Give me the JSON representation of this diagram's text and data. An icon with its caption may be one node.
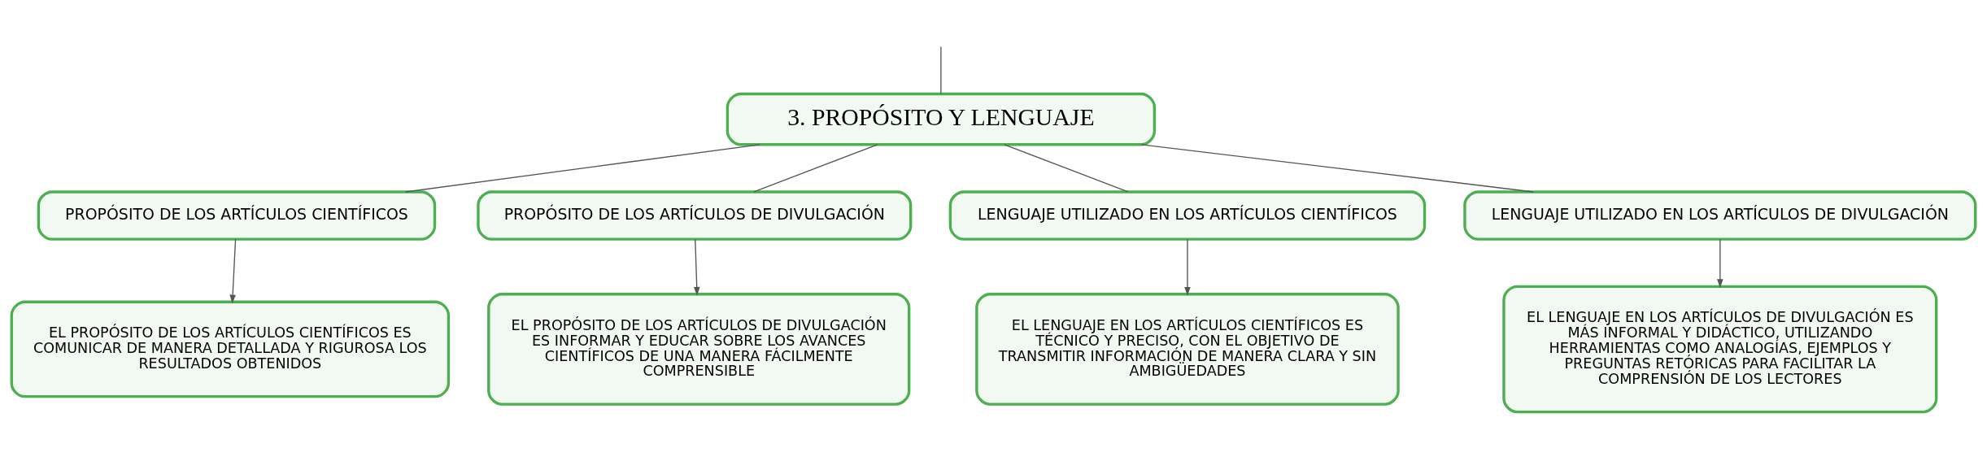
{
  "diagram": {
    "nodes": [
      {
        "text": [
          "3. PROPÓSITO Y LENGUAJE"
        ]
      },
      {
        "text": [
          "PROPÓSITO DE LOS ARTÍCULOS CIENTÍFICOS"
        ]
      },
      {
        "text": [
          "PROPÓSITO DE LOS ARTÍCULOS DE DIVULGACIÓN"
        ]
      },
      {
        "text": [
          "LENGUAJE UTILIZADO EN LOS ARTÍCULOS CIENTÍFICOS"
        ]
      },
      {
        "text": [
          "LENGUAJE UTILIZADO EN LOS ARTÍCULOS DE DIVULGACIÓN"
        ]
      },
      {
        "text": [
          "EL PROPÓSITO DE LOS ARTÍCULOS CIENTÍFICOS ES COMUNICAR DE MANERA DETALLADA Y RIGUROSA LOS RESULTADOS OBTENIDOS"
        ]
      },
      {
        "text": [
          "EL PROPÓSITO DE LOS ARTÍCULOS DE DIVULGACIÓN ES INFORMAR Y EDUCAR SOBRE LOS AVANCES CIENTÍFICOS DE UNA MANERA FÁCILMENTE COMPRENSIBLE"
        ]
      },
      {
        "text": [
          "EL LENGUAJE EN LOS ARTÍCULOS CIENTÍFICOS ES TÉCNICO Y PRECISO, CON EL OBJETIVO DE TRANSMITIR INFORMACIÓN DE MANERA CLARA Y SIN AMBIGÜEDADES"
        ]
      },
      {
        "text": [
          "EL LENGUAJE EN LOS ARTÍCULOS DE DIVULGACIÓN ES MÁS INFORMAL Y DIDÁCTICO, UTILIZANDO HERRAMIENTAS COMO ANALOGÍAS, EJEMPLOS Y PREGUNTAS RETÓRICAS PARA FACILITAR LA COMPRENSIÓN DE LOS LECTORES"
        ]
      }
    ],
    "edges": [
      {
        "from": null,
        "to": 0,
        "arrow": "none"
      },
      {
        "from": 0,
        "to": 1,
        "arrow": "none"
      },
      {
        "from": 0,
        "to": 2,
        "arrow": "none"
      },
      {
        "from": 0,
        "to": 3,
        "arrow": "none"
      },
      {
        "from": 0,
        "to": 4,
        "arrow": "none"
      },
      {
        "from": 1,
        "to": 5,
        "arrow": "to"
      },
      {
        "from": 2,
        "to": 6,
        "arrow": "to"
      },
      {
        "from": 3,
        "to": 7,
        "arrow": "to"
      },
      {
        "from": 4,
        "to": 8,
        "arrow": "to"
      }
    ]
  }
}
